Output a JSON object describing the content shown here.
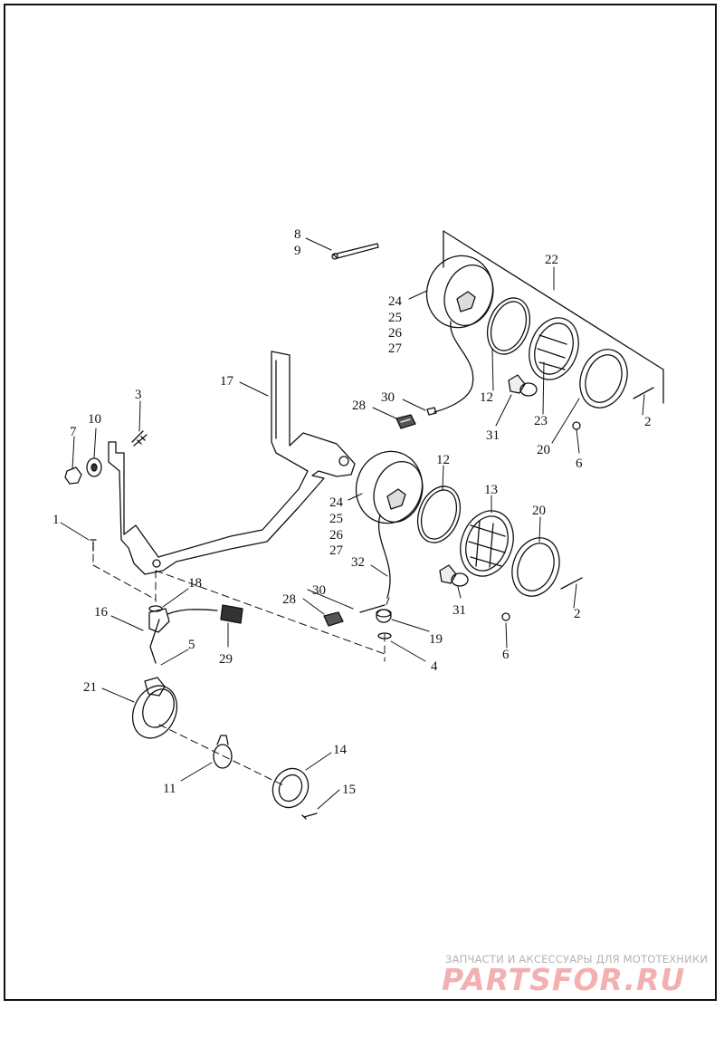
{
  "diagram": {
    "callouts": [
      {
        "id": "c8",
        "text": "8"
      },
      {
        "id": "c9",
        "text": "9"
      },
      {
        "id": "c22",
        "text": "22"
      },
      {
        "id": "c24a",
        "text": "24"
      },
      {
        "id": "c25a",
        "text": "25"
      },
      {
        "id": "c26a",
        "text": "26"
      },
      {
        "id": "c27a",
        "text": "27"
      },
      {
        "id": "c17",
        "text": "17"
      },
      {
        "id": "c3",
        "text": "3"
      },
      {
        "id": "c28a",
        "text": "28"
      },
      {
        "id": "c30a",
        "text": "30"
      },
      {
        "id": "c12a",
        "text": "12"
      },
      {
        "id": "c2a",
        "text": "2"
      },
      {
        "id": "c10",
        "text": "10"
      },
      {
        "id": "c7",
        "text": "7"
      },
      {
        "id": "c31a",
        "text": "31"
      },
      {
        "id": "c23",
        "text": "23"
      },
      {
        "id": "c20a",
        "text": "20"
      },
      {
        "id": "c6a",
        "text": "6"
      },
      {
        "id": "c12b",
        "text": "12"
      },
      {
        "id": "c13",
        "text": "13"
      },
      {
        "id": "c24b",
        "text": "24"
      },
      {
        "id": "c25b",
        "text": "25"
      },
      {
        "id": "c26b",
        "text": "26"
      },
      {
        "id": "c27b",
        "text": "27"
      },
      {
        "id": "c20b",
        "text": "20"
      },
      {
        "id": "c1",
        "text": "1"
      },
      {
        "id": "c32",
        "text": "32"
      },
      {
        "id": "c30b",
        "text": "30"
      },
      {
        "id": "c18",
        "text": "18"
      },
      {
        "id": "c16",
        "text": "16"
      },
      {
        "id": "c28b",
        "text": "28"
      },
      {
        "id": "c31b",
        "text": "31"
      },
      {
        "id": "c2b",
        "text": "2"
      },
      {
        "id": "c19",
        "text": "19"
      },
      {
        "id": "c5",
        "text": "5"
      },
      {
        "id": "c29",
        "text": "29"
      },
      {
        "id": "c4",
        "text": "4"
      },
      {
        "id": "c6b",
        "text": "6"
      },
      {
        "id": "c21",
        "text": "21"
      },
      {
        "id": "c14",
        "text": "14"
      },
      {
        "id": "c11",
        "text": "11"
      },
      {
        "id": "c15",
        "text": "15"
      }
    ]
  },
  "watermark": {
    "tagline": "ЗАПЧАСТИ И АКСЕССУАРЫ ДЛЯ МОТОТЕХНИКИ",
    "logo": "PARTSFOR.RU"
  }
}
